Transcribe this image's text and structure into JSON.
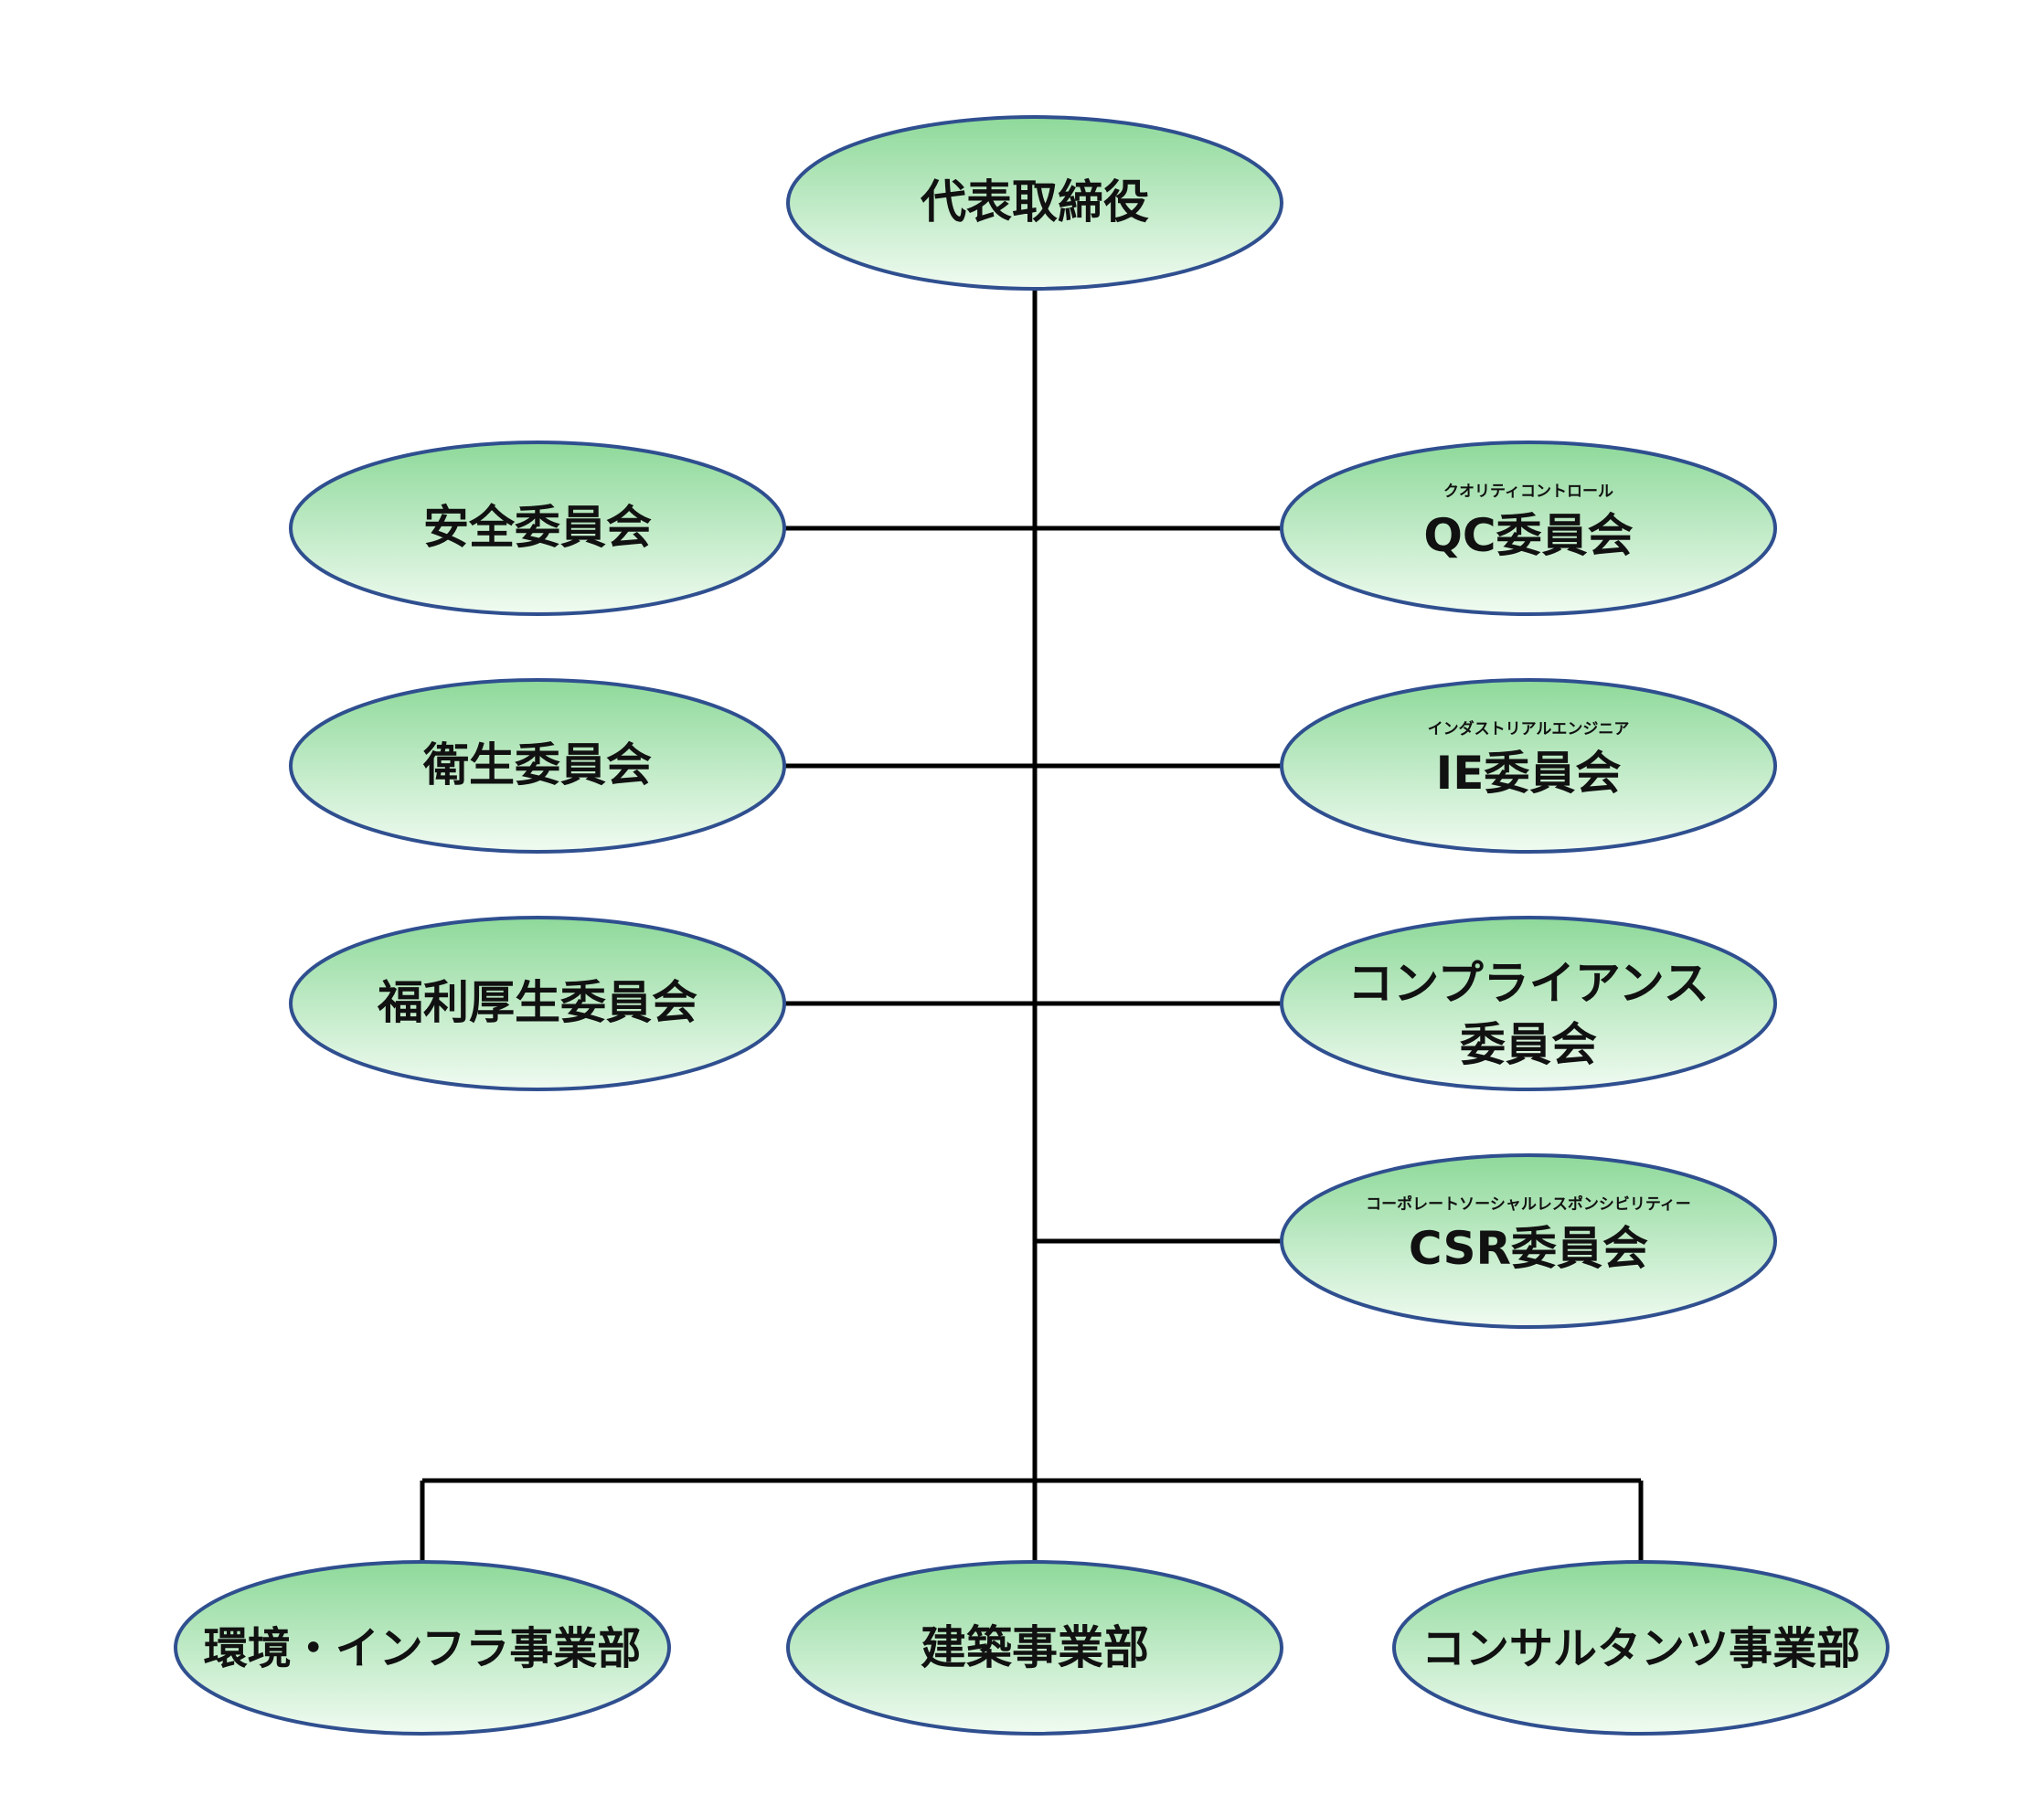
{
  "colors": {
    "node_fill_top": "#8ed99a",
    "node_fill_bottom": "#f0fbf1",
    "node_stroke": "#2f4f8f",
    "connector": "#000000"
  },
  "nodes": {
    "president": {
      "label": "代表取締役"
    },
    "safety": {
      "label": "安全委員会"
    },
    "health": {
      "label": "衛生委員会"
    },
    "welfare": {
      "label": "福利厚生委員会"
    },
    "qc": {
      "ruby": "クオリティコントロール",
      "label": "QC委員会"
    },
    "ie": {
      "ruby": "インダストリアルエンジニア",
      "label": "IE委員会"
    },
    "compliance": {
      "label_line1": "コンプライアンス",
      "label_line2": "委員会"
    },
    "csr": {
      "ruby": "コーポレートソーシャルレスポンシビリティー",
      "label": "CSR委員会"
    },
    "env_infra": {
      "label": "環境・インフラ事業部"
    },
    "construction": {
      "label": "建築事業部"
    },
    "consultants": {
      "label": "コンサルタンツ事業部"
    }
  }
}
